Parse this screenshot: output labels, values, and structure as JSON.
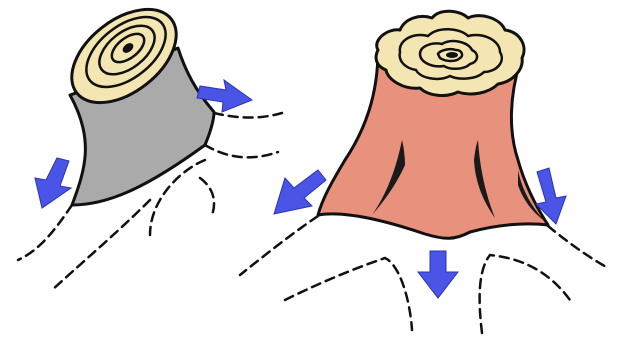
{
  "illustration": {
    "stumps": [
      {
        "id": "left",
        "trunk_color": "#aaaaaa",
        "top_color": "#f3e6b3",
        "ring_color": "#222222"
      },
      {
        "id": "right",
        "trunk_color": "#e8917c",
        "top_color": "#f3e6b3",
        "ring_color": "#222222"
      }
    ],
    "arrow_color": "#4a55e8",
    "line_color": "#111111",
    "icons": [
      "stump-icon",
      "arrow-icon",
      "root-line"
    ]
  }
}
